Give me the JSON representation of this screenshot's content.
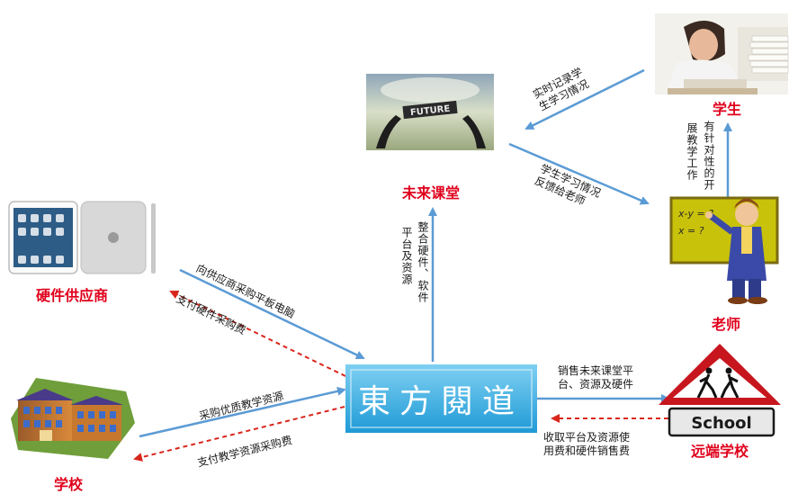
{
  "nodes": {
    "center": {
      "text": "東方閱道"
    },
    "future_class": {
      "label": "未来课堂",
      "image_text": "FUTURE"
    },
    "student": {
      "label": "学生"
    },
    "teacher": {
      "label": "老师",
      "board_line1": "x-y = ?",
      "board_line2": "x = ?"
    },
    "hardware_supplier": {
      "label": "硬件供应商"
    },
    "school": {
      "label": "学校"
    },
    "remote_school": {
      "label": "远端学校",
      "sign_text": "School"
    }
  },
  "edges": {
    "center_to_future": {
      "col1": "整合硬件、软件",
      "col2": "平台及资源"
    },
    "future_to_student_top": {
      "line1": "实时记录学",
      "line2": "生学习情况"
    },
    "future_to_teacher": {
      "line1": "学生学习情况",
      "line2": "反馈给老师"
    },
    "teacher_to_student": {
      "col1": "有针对性的开",
      "col2": "展教学工作"
    },
    "center_to_hardware": {
      "line1": "向供应商采购平板电脑"
    },
    "hardware_pay": {
      "line1": "支付硬件采购费"
    },
    "school_buy": {
      "line1": "采购优质教学资源"
    },
    "school_pay": {
      "line1": "支付教学资源采购费"
    },
    "center_to_remote": {
      "line1": "销售未来课堂平",
      "line2": "台、资源及硬件"
    },
    "remote_pay": {
      "line1": "收取平台及资源使",
      "line2": "用费和硬件销售费"
    }
  },
  "colors": {
    "label_red": "#e0001b",
    "arrow_blue": "#5b9bd5",
    "arrow_red": "#d9261c",
    "center_fill": "#3fb3e6"
  }
}
